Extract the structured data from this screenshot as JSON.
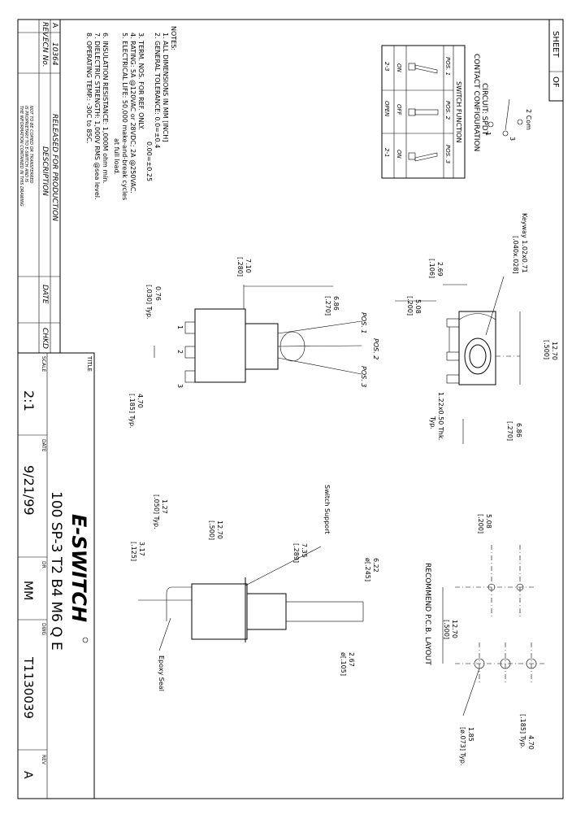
{
  "sheet": {
    "sheet_label": "SHEET",
    "of_label": "OF"
  },
  "notes": {
    "heading": "NOTES:",
    "items": [
      "1. ALL DIMENSIONS IN MM [INCH]",
      "2. GENERAL TOLERANCE: 0.0=±0.4",
      "0.00=±0.25",
      "3. TERM. NOS. FOR REF. ONLY.",
      "4. RATING: 5A @120VAC or 28VDC; 2A @250VAC.",
      "5. ELECTRICAL LIFE: 50,000 make-and-break cycles",
      "at full load.",
      "6. INSULATION RESISTANCE: 1,000M ohm min.",
      "7. DIELECTRIC STRENGTH: 1,000V RMS @sea level.",
      "8. OPERATING TEMP.: -30C to 85C."
    ]
  },
  "circuit": {
    "title": "CIRCUIT: SPDT",
    "subtitle": "CONTACT CONFIGURATION",
    "com_label": "2 Com",
    "t1": "1",
    "t3": "3",
    "table_header": "SWITCH FUNCTION",
    "columns": [
      "POS. 1",
      "POS. 2",
      "POS. 3"
    ],
    "row_state": [
      "ON",
      "OFF",
      "ON"
    ],
    "row_terms": [
      "2-3",
      "OPEN",
      "2-1"
    ]
  },
  "revision_block": {
    "rev_header": "REV.",
    "ecn_header": "ECN No.",
    "description_header": "DESCRIPTION",
    "date_header": "DATE",
    "chkd_header": "CHKD",
    "rev": "A",
    "ecn": "10364",
    "description": "RELEASED FOR PRODUCTION",
    "proprietary": [
      "THE INFORMATION CONTAINED IN THIS DRAWING",
      "IS PROPRIETARY TO E-SWITCH AND IS",
      "NOT TO BE COPIED OR TRANSFERRED"
    ]
  },
  "title_block": {
    "title_label": "TITLE",
    "title": "100 SP-3 T2 B4 M6 Q E",
    "logo": "E-SWITCH",
    "scale_label": "SCALE",
    "scale": "2:1",
    "date_label": "DATE",
    "date": "9/21/99",
    "dr_label": "DR",
    "dr": "MM",
    "dwg_label": "DWG",
    "dwg": "T1130039",
    "rev_label": "REV",
    "rev": "A"
  },
  "top_view": {
    "keyway": "Keyway 1.02x0.71",
    "keyway_in": "[.040x.028]",
    "d269": "2.69",
    "d269_in": "[.106]",
    "d508": "5.08",
    "d508_in": "[.200]",
    "d1270": "12.70",
    "d1270_in": "[.500]",
    "d686": "6.86",
    "d686_in": "[.270]",
    "term_thk": "1.22x0.50 Thk.",
    "term_thk_typ": "Typ."
  },
  "side_view": {
    "d710": "7.10",
    "d710_in": "[.280]",
    "d686": "6.86",
    "d686_in": "[.270]",
    "d076": "0.76",
    "d076_in": "[.030] Typ.",
    "d470": "4.70",
    "d470_in": "[.185] Typ.",
    "pos1": "POS. 1",
    "pos2": "POS. 2",
    "pos3": "POS. 3",
    "t1": "1",
    "t2": "2",
    "t3": "3"
  },
  "front_view": {
    "switch_support": "Switch Support",
    "d127": "1.27",
    "d127_in": "[.050] Typ.",
    "d1270": "12.70",
    "d1270_in": "[.500]",
    "d317": "3.17",
    "d317_in": "[.125]",
    "d735": "7.35",
    "d735_in": "[.289]",
    "d622": "6.22",
    "d622_in": "ø[.245]",
    "d267": "2.67",
    "d267_in": "ø[.105]",
    "epoxy": "Epoxy Seal"
  },
  "pcb_layout": {
    "title": "RECOMMEND P.C.B. LAYOUT",
    "d508": "5.08",
    "d508_in": "[.200]",
    "d1270": "12.70",
    "d1270_in": "[.500]",
    "d470": "4.70",
    "d470_in": "[.185] Typ.",
    "d185": "1.85",
    "d185_in": "[ø.073] Typ."
  }
}
